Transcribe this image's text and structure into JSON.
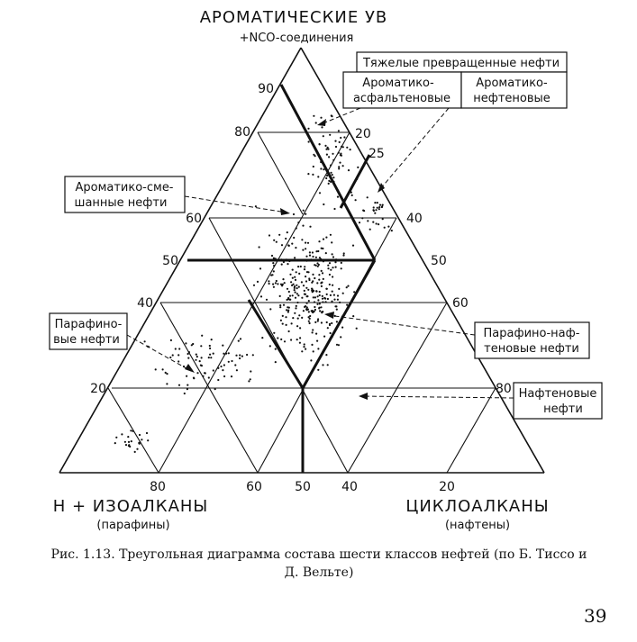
{
  "vertices": {
    "top": {
      "title": "АРОМАТИЧЕСКИЕ УВ",
      "subtitle": "+NCO-соединения"
    },
    "left": {
      "title": "Н + ИЗОАЛКАНЫ",
      "subtitle": "(парафины)"
    },
    "right": {
      "title": "ЦИКЛОАЛКАНЫ",
      "subtitle": "(нафтены)"
    }
  },
  "ticks": {
    "left_edge": [
      "90",
      "80",
      "60",
      "50",
      "40",
      "20"
    ],
    "right_edge": [
      "20",
      "25",
      "40",
      "50",
      "60",
      "80"
    ],
    "bottom_edge": [
      "80",
      "60",
      "50",
      "40",
      "20"
    ]
  },
  "class_labels": {
    "heavy": "Тяжелые превращенные нефти",
    "arom_asph": [
      "Ароматико-",
      "асфальтеновые"
    ],
    "arom_naph": [
      "Ароматико-",
      "нефтеновые"
    ],
    "arom_mixed": [
      "Ароматико-сме-",
      "шанные нефти"
    ],
    "paraffinic": [
      "Парафино-",
      "вые нефти"
    ],
    "paraf_naph": [
      "Парафино-наф-",
      "теновые нефти"
    ],
    "naphthenic": [
      "Нафтеновые",
      "нефти"
    ]
  },
  "caption": {
    "line1": "Рис. 1.13. Треугольная диаграмма состава шести классов нефтей (по Б. Тиссо и",
    "line2": "Д. Вельте)"
  },
  "page_number": "39"
}
